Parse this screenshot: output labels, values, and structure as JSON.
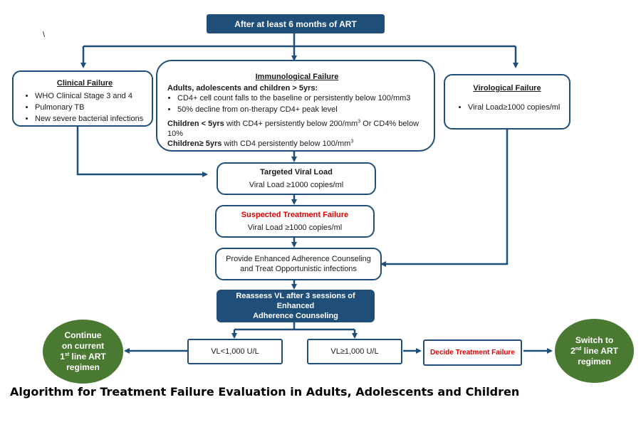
{
  "stray_mark": "\\",
  "top": {
    "label": "After at least 6 months of ART"
  },
  "clinical": {
    "title": "Clinical Failure",
    "items": [
      "WHO Clinical Stage 3 and 4",
      "Pulmonary TB",
      "New severe bacterial infections"
    ]
  },
  "immuno": {
    "title": "Immunological Failure",
    "subhead": "Adults, adolescents and children > 5yrs:",
    "items": [
      "CD4+ cell count falls to the baseline or persistently below 100/mm3",
      "50% decline from on-therapy CD4+ peak level"
    ],
    "children_lt5_bold": "Children < 5yrs",
    "children_lt5_text": " with CD4+ persistently below 200/mm",
    "sup3": "3",
    "children_lt5_tail": " Or CD4% below 10%",
    "children_ge5_bold": "Children≥ 5yrs",
    "children_ge5_text": " with CD4 persistently below 100/mm"
  },
  "virological": {
    "title": "Virological Failure",
    "item": "Viral Load≥1000 copies/ml"
  },
  "targeted": {
    "title": "Targeted Viral Load",
    "text": "Viral Load ≥1000 copies/ml"
  },
  "suspected": {
    "title": "Suspected Treatment Failure",
    "text": "Viral Load ≥1000 copies/ml"
  },
  "enhanced": {
    "line1": "Provide Enhanced Adherence Counseling",
    "line2": "and Treat Opportunistic infections"
  },
  "reassess": {
    "line1": "Reassess VL after 3 sessions of Enhanced",
    "line2": "Adherence Counseling"
  },
  "vl_low": {
    "label": "VL<1,000 U/L"
  },
  "vl_high": {
    "label": "VL≥1,000 U/L"
  },
  "decide": {
    "label": "Decide Treatment Failure"
  },
  "continue": {
    "line1": "Continue",
    "line2": "on current",
    "ord_num": "1",
    "ord_sup": "st",
    "line3": " line ART",
    "line4": "regimen"
  },
  "switch": {
    "line1": "Switch to",
    "ord_num": "2",
    "ord_sup": "nd",
    "line2": " line ART",
    "line3": "regimen"
  },
  "caption": "Algorithm for Treatment Failure Evaluation in Adults, Adolescents and Children",
  "colors": {
    "primary": "#1f4e79",
    "green": "#4a7a32",
    "red": "#e00000"
  }
}
